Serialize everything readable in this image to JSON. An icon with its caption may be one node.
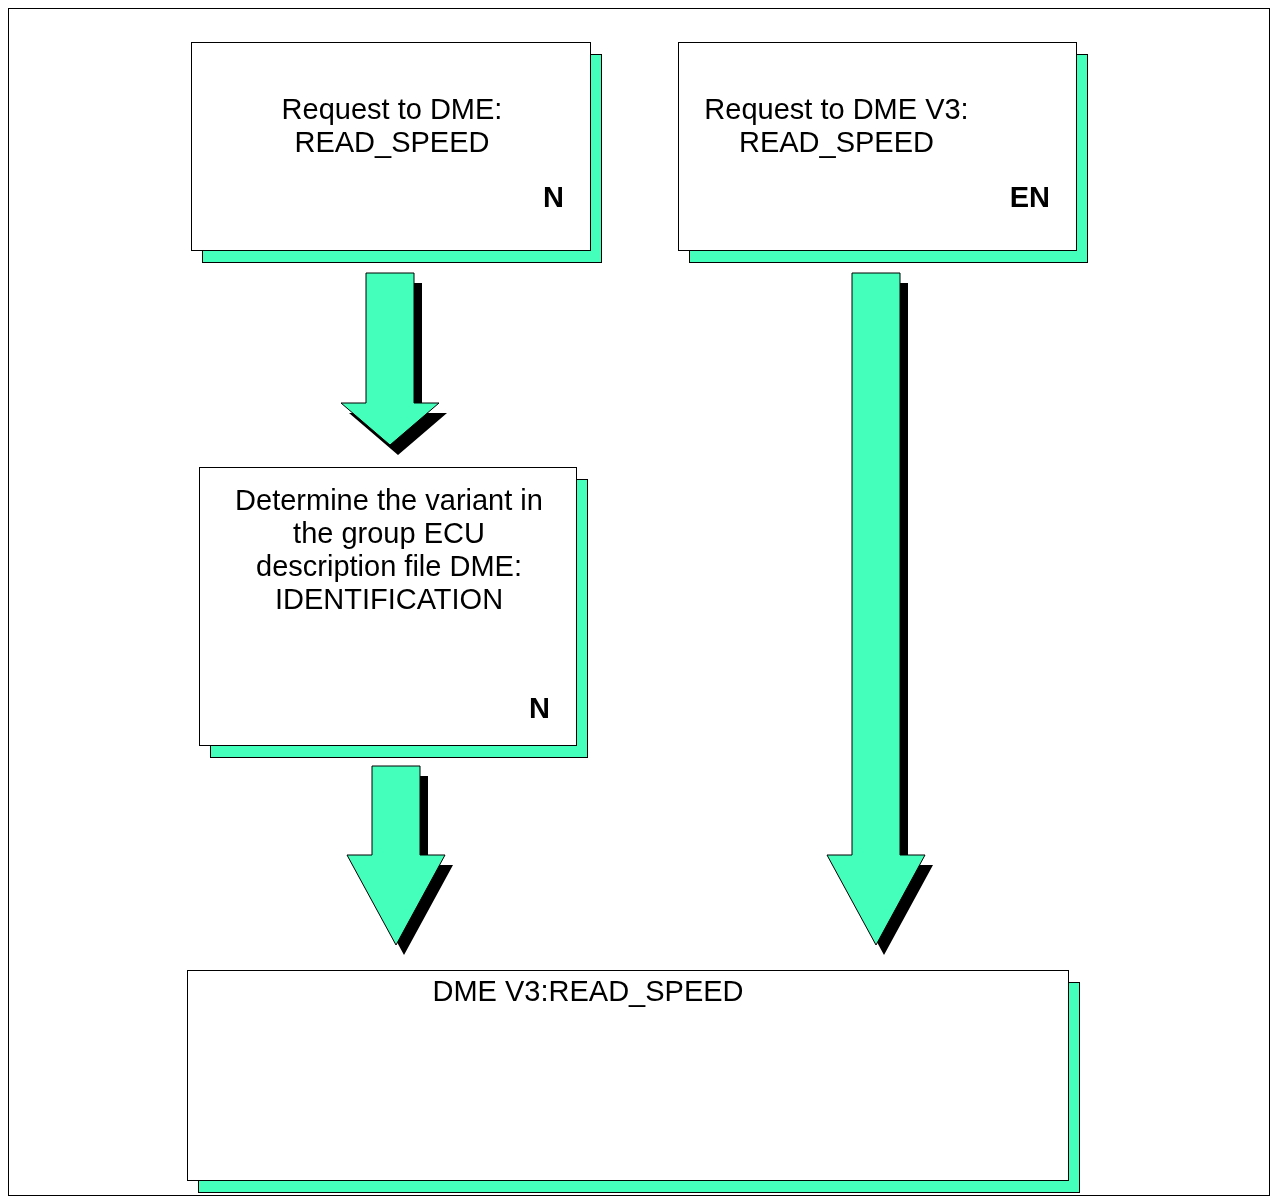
{
  "diagram": {
    "nodes": [
      {
        "text": [
          "Request to DME: READ_SPEED",
          "N"
        ]
      },
      {
        "text": [
          "Request to DME V3: READ_SPEED",
          "EN"
        ]
      },
      {
        "text": [
          "Determine the variant in the group ECU description file DME: IDENTIFICATION",
          "N"
        ]
      },
      {
        "text": [
          "DME V3:READ_SPEED"
        ]
      }
    ],
    "edges": [
      {
        "from": 0,
        "to": 2,
        "arrow": "to"
      },
      {
        "from": 2,
        "to": 3,
        "arrow": "to"
      },
      {
        "from": 1,
        "to": 3,
        "arrow": "to"
      }
    ]
  }
}
